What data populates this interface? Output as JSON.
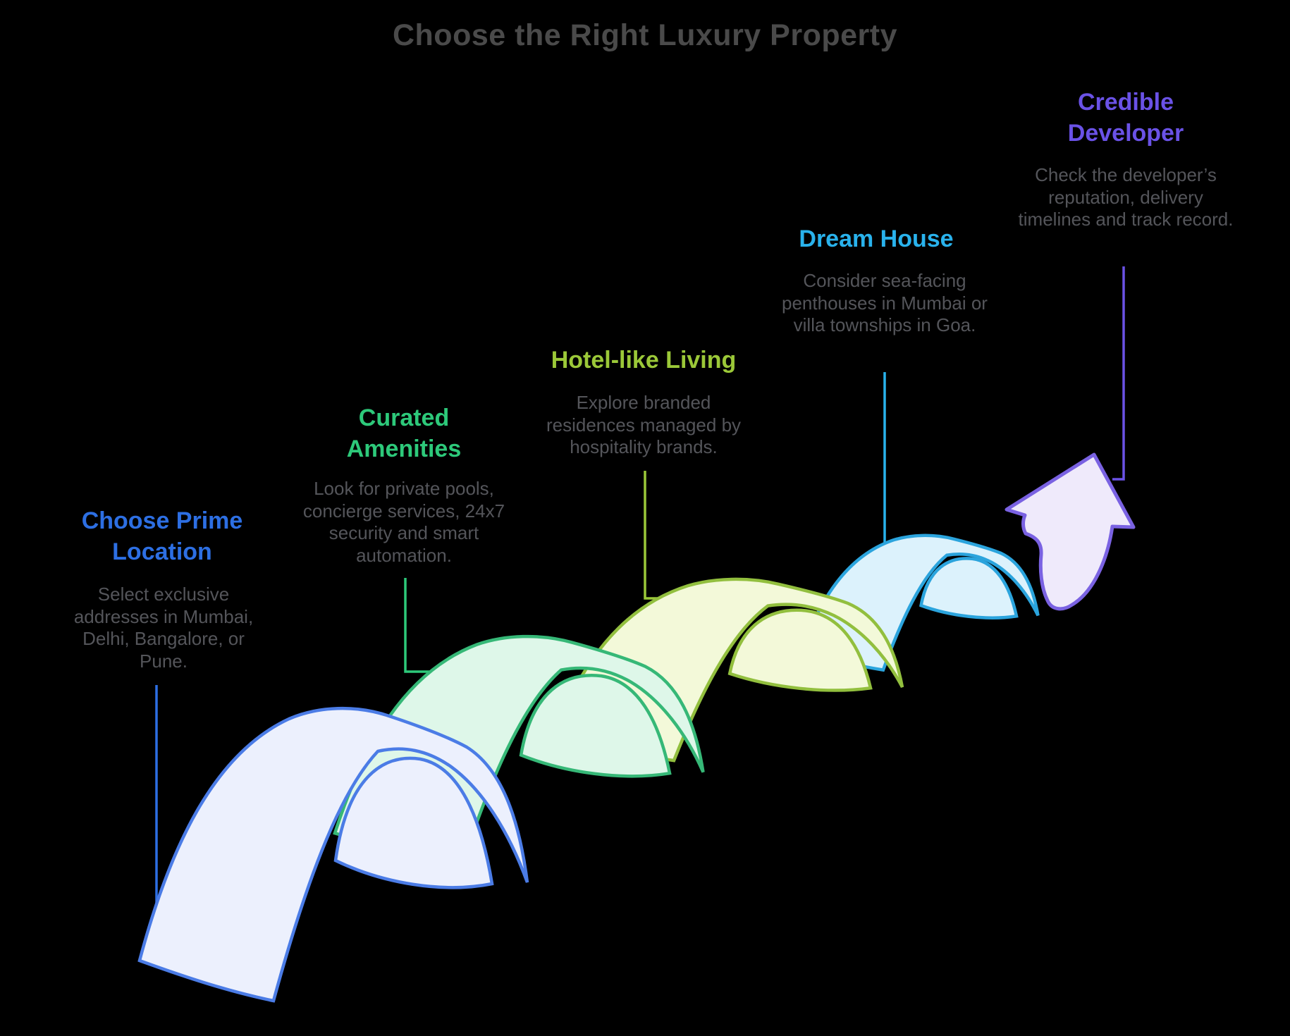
{
  "page": {
    "background": "#000000",
    "title": "Choose the Right Luxury Property",
    "title_color": "#4a4a4a",
    "description_color": "#54555a"
  },
  "steps": [
    {
      "title": "Choose Prime Location",
      "description": "Select exclusive addresses in Mumbai, Delhi, Bangalore, or Pune.",
      "accent": "#2d6fe3",
      "ribbon_fill": "#ecf0fd",
      "ribbon_stroke": "#4b7ce6",
      "shape": "wave-ribbon"
    },
    {
      "title": "Curated Amenities",
      "description": "Look for private pools, concierge services, 24x7 security and smart automation.",
      "accent": "#2dc97a",
      "ribbon_fill": "#def7e9",
      "ribbon_stroke": "#36b877",
      "shape": "wave-ribbon"
    },
    {
      "title": "Hotel-like Living",
      "description": "Explore branded residences managed by hospitality brands.",
      "accent": "#9bc838",
      "ribbon_fill": "#f3f9d9",
      "ribbon_stroke": "#92bf3e",
      "shape": "wave-ribbon"
    },
    {
      "title": "Dream House",
      "description": "Consider sea-facing penthouses in Mumbai or villa townships in Goa.",
      "accent": "#29b2ec",
      "ribbon_fill": "#dcf2fc",
      "ribbon_stroke": "#2ba4dd",
      "shape": "wave-ribbon"
    },
    {
      "title": "Credible Developer",
      "description": "Check the developer’s reputation, delivery timelines and track record.",
      "accent": "#6a52e6",
      "ribbon_fill": "#efeafb",
      "ribbon_stroke": "#7a62e2",
      "shape": "up-arrow"
    }
  ]
}
